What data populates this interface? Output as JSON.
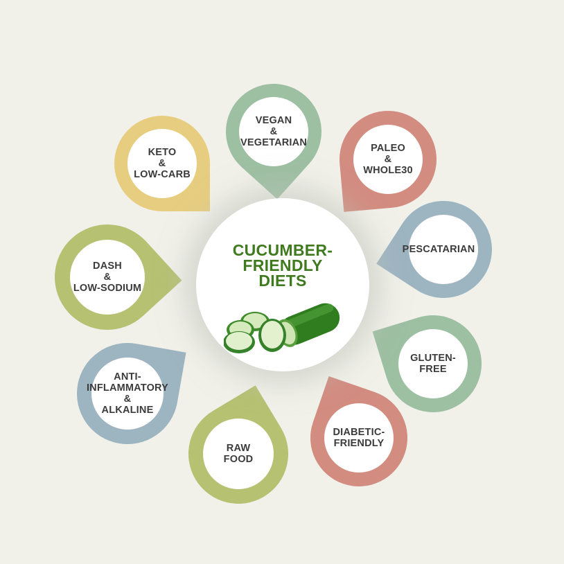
{
  "background": "#f1f1ea",
  "hub": {
    "title": "CUCUMBER-\nFRIENDLY\nDIETS",
    "title_color": "#3f7a1e",
    "image": "cucumber-slices-icon"
  },
  "colors": {
    "green": "#9dbfa2",
    "salmon": "#d38c80",
    "blue": "#9db4c1",
    "yellow": "#e7cd7f",
    "olive": "#b6c172"
  },
  "diets": [
    {
      "id": "vegan",
      "label": "VEGAN\n&\nVEGETARIAN",
      "color": "#9dbfa2"
    },
    {
      "id": "paleo",
      "label": "PALEO\n&\nWHOLE30",
      "color": "#d38c80"
    },
    {
      "id": "pescatarian",
      "label": "PESCATARIAN",
      "color": "#9db4c1"
    },
    {
      "id": "gluten-free",
      "label": "GLUTEN-\nFREE",
      "color": "#9dbfa2"
    },
    {
      "id": "diabetic-friendly",
      "label": "DIABETIC-\nFRIENDLY",
      "color": "#d38c80"
    },
    {
      "id": "raw-food",
      "label": "RAW\nFOOD",
      "color": "#b6c172"
    },
    {
      "id": "anti-inflammatory",
      "label": "ANTI-\nINFLAMMATORY\n&\nALKALINE",
      "color": "#9db4c1"
    },
    {
      "id": "dash",
      "label": "DASH\n&\nLOW-SODIUM",
      "color": "#b6c172"
    },
    {
      "id": "keto",
      "label": "KETO\n&\nLOW-CARB",
      "color": "#e7cd7f"
    }
  ]
}
